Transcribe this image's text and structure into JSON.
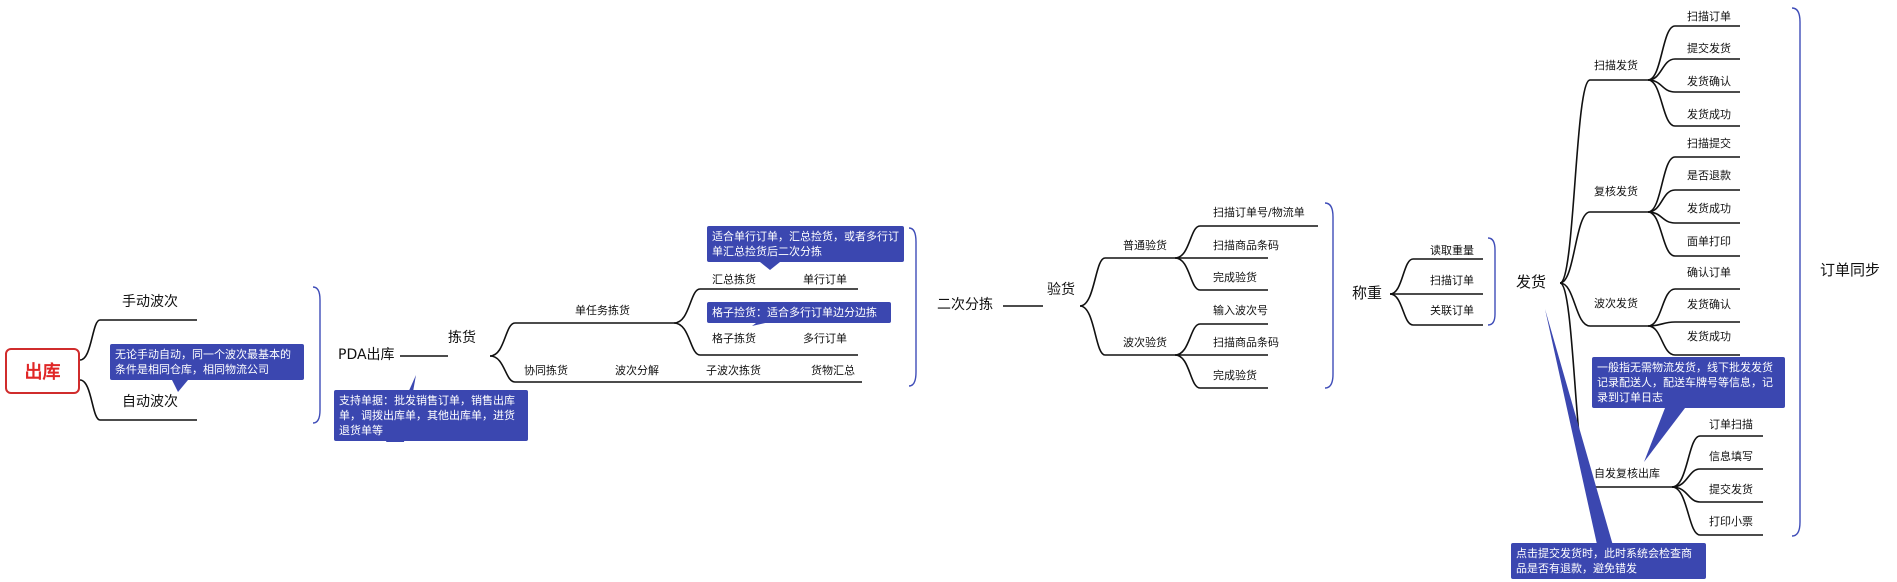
{
  "root": {
    "label": "出库"
  },
  "wave": {
    "manual": "手动波次",
    "auto": "自动波次"
  },
  "nodes": {
    "pda": "PDA出库",
    "picking": "拣货",
    "single_task": "单任务拣货",
    "summary_pick": "汇总拣货",
    "single_order": "单行订单",
    "grid_pick": "格子拣货",
    "multi_order": "多行订单",
    "collab_pick": "协同拣货",
    "wave_split": "波次分解",
    "sub_wave_pick": "子波次拣货",
    "goods_summary": "货物汇总",
    "second_sort": "二次分拣",
    "inspect": "验货",
    "normal_inspect": "普通验货",
    "scan_order_no": "扫描订单号/物流单",
    "scan_barcode": "扫描商品条码",
    "finish_inspect": "完成验货",
    "wave_inspect": "波次验货",
    "input_wave_no": "输入波次号",
    "scan_barcode_2": "扫描商品条码",
    "finish_inspect_2": "完成验货",
    "weigh": "称重",
    "read_weight": "读取重量",
    "scan_order": "扫描订单",
    "link_order": "关联订单",
    "ship": "发货",
    "scan_ship": "扫描发货",
    "scan_ship_1": "扫描订单",
    "scan_ship_2": "提交发货",
    "scan_ship_3": "发货确认",
    "scan_ship_4": "发货成功",
    "review_ship": "复核发货",
    "review_1": "扫描提交",
    "review_2": "是否退款",
    "review_3": "发货成功",
    "review_4": "面单打印",
    "wave_ship": "波次发货",
    "wave_ship_1": "确认订单",
    "wave_ship_2": "发货确认",
    "wave_ship_3": "发货成功",
    "self_ship": "自发复核出库",
    "self_1": "订单扫描",
    "self_2": "信息填写",
    "self_3": "提交发货",
    "self_4": "打印小票",
    "order_sync": "订单同步"
  },
  "notes": {
    "wave_note": "无论手动自动，同一个波次最基本的条件是相同仓库，相同物流公司",
    "pda_note": "支持单据：批发销售订单，销售出库单，调拨出库单，其他出库单，进货退货单等",
    "summary_note": "适合单行订单，汇总捡货，或者多行订单汇总捡货后二次分拣",
    "grid_note": "格子捡货：适合多行订单边分边拣",
    "self_note": "一般指无需物流发货，线下批发发货记录配送人，配送车牌号等信息，记录到订单日志",
    "submit_note": "点击提交发货时，此时系统会检查商品是否有退款，避免错发"
  },
  "colors": {
    "root_border": "#d02c2c",
    "root_text": "#e02626",
    "callout_bg": "#3b47b0",
    "bracket": "#3f4db8",
    "line": "#111111"
  }
}
